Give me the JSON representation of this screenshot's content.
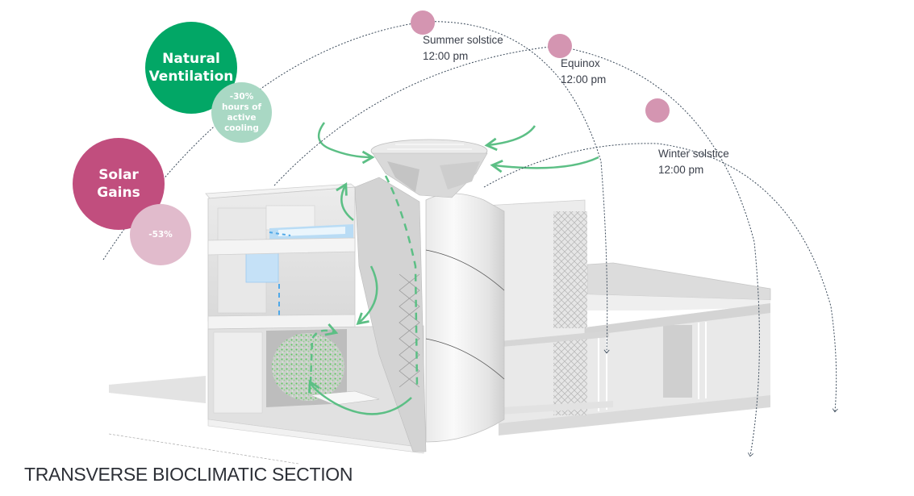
{
  "colors": {
    "ventilation": "#02A766",
    "ventilation_light": "#A9D8C4",
    "solar": "#C14E7E",
    "solar_light": "#E1BBCC",
    "sun": "#D495B1",
    "airflow": "#5CBF85",
    "water": "#4FA8E8",
    "sunpath": "#3b4a5a"
  },
  "callouts": {
    "ventilation": {
      "title_line1": "Natural",
      "title_line2": "Ventilation",
      "stat_line1": "-30%",
      "stat_line2": "hours of",
      "stat_line3": "active",
      "stat_line4": "cooling"
    },
    "solar": {
      "title_line1": "Solar",
      "title_line2": "Gains",
      "stat": "-53%"
    }
  },
  "sun_positions": [
    {
      "name": "Summer solstice",
      "time": "12:00 pm"
    },
    {
      "name": "Equinox",
      "time": "12:00 pm"
    },
    {
      "name": "Winter solstice",
      "time": "12:00 pm"
    }
  ],
  "title": "TRANSVERSE BIOCLIMATIC SECTION"
}
